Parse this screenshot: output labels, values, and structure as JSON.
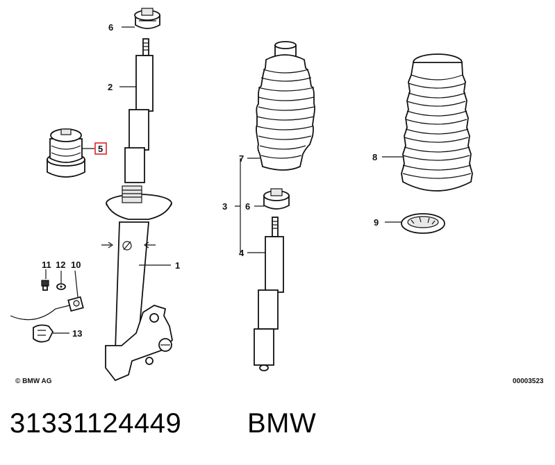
{
  "diagram": {
    "callouts": {
      "c1": "1",
      "c2": "2",
      "c3": "3",
      "c4": "4",
      "c5": "5",
      "c6a": "6",
      "c6b": "6",
      "c7": "7",
      "c8": "8",
      "c9": "9",
      "c10": "10",
      "c11": "11",
      "c12": "12",
      "c13": "13"
    },
    "highlight_color": "#e0202a",
    "copyright": "© BMW AG",
    "drawing_number": "00003523"
  },
  "footer": {
    "part_number": "31331124449",
    "brand": "BMW"
  }
}
